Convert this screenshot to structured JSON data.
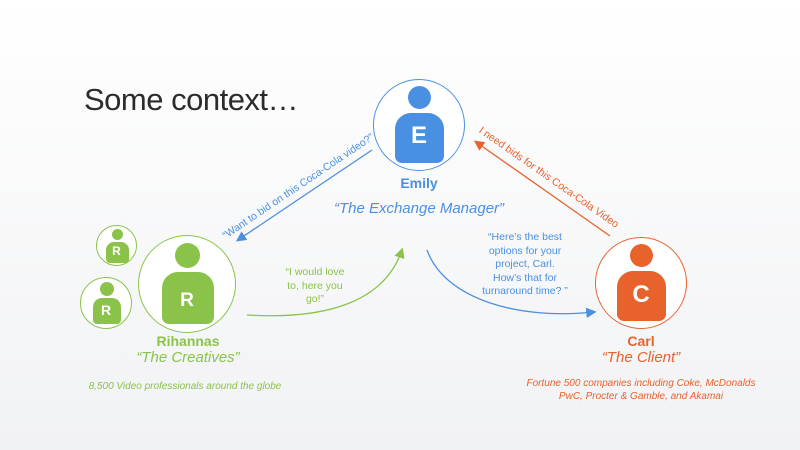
{
  "title": "Some context…",
  "colors": {
    "manager": "#4a90e2",
    "creative": "#8bc34a",
    "client": "#e8622c"
  },
  "manager": {
    "initial": "E",
    "name": "Emily",
    "role": "“The Exchange Manager”"
  },
  "creatives": {
    "initial": "R",
    "name": "Rihannas",
    "role": "“The Creatives”",
    "note": "8,500 Video professionals around the globe"
  },
  "client": {
    "initial": "C",
    "name": "Carl",
    "role": "“The Client”",
    "note_line1": "Fortune 500 companies including Coke, McDonalds",
    "note_line2": "PwC, Procter & Gamble, and Akamai"
  },
  "messages": {
    "manager_to_creatives": "“Want to bid on this Coca-Cola video?”",
    "client_to_manager": "I need bids for this Coca-Cola Video",
    "creatives_to_manager": [
      "“I would love",
      "to, here you",
      "go!”"
    ],
    "manager_to_client": [
      "“Here’s the best",
      "options for your",
      "project, Carl.",
      "How’s that for",
      "turnaround time? ”"
    ]
  }
}
